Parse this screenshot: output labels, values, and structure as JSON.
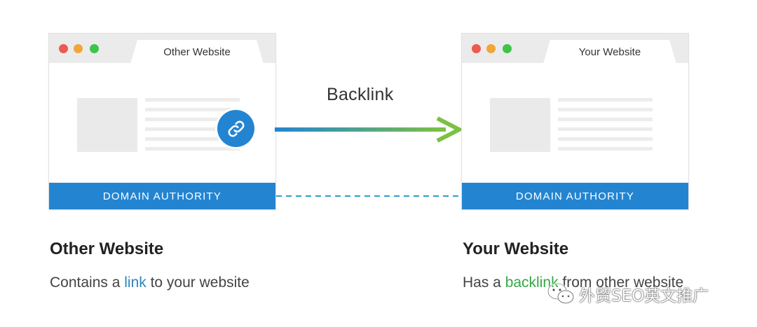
{
  "left_panel": {
    "tab_title": "Other Website",
    "domain_bar": "DOMAIN AUTHORITY",
    "heading": "Other Website",
    "desc_before": "Contains a ",
    "desc_accent": "link",
    "desc_after": " to your website",
    "link_icon": "chain-link-icon"
  },
  "right_panel": {
    "tab_title": "Your Website",
    "domain_bar": "DOMAIN AUTHORITY",
    "heading": "Your Website",
    "desc_before": "Has a ",
    "desc_accent": "backlink",
    "desc_after": " from other website"
  },
  "connector": {
    "label": "Backlink",
    "arrow_gradient_start": "#2385d2",
    "arrow_gradient_end": "#7cc142",
    "dashed_color": "#2a9fc9"
  },
  "colors": {
    "domain_bar": "#2385d2",
    "link_accent": "#2d86b8",
    "backlink_accent": "#34a844"
  },
  "watermark": {
    "text": "外贸SEO英文推广",
    "icon": "wechat-icon"
  }
}
